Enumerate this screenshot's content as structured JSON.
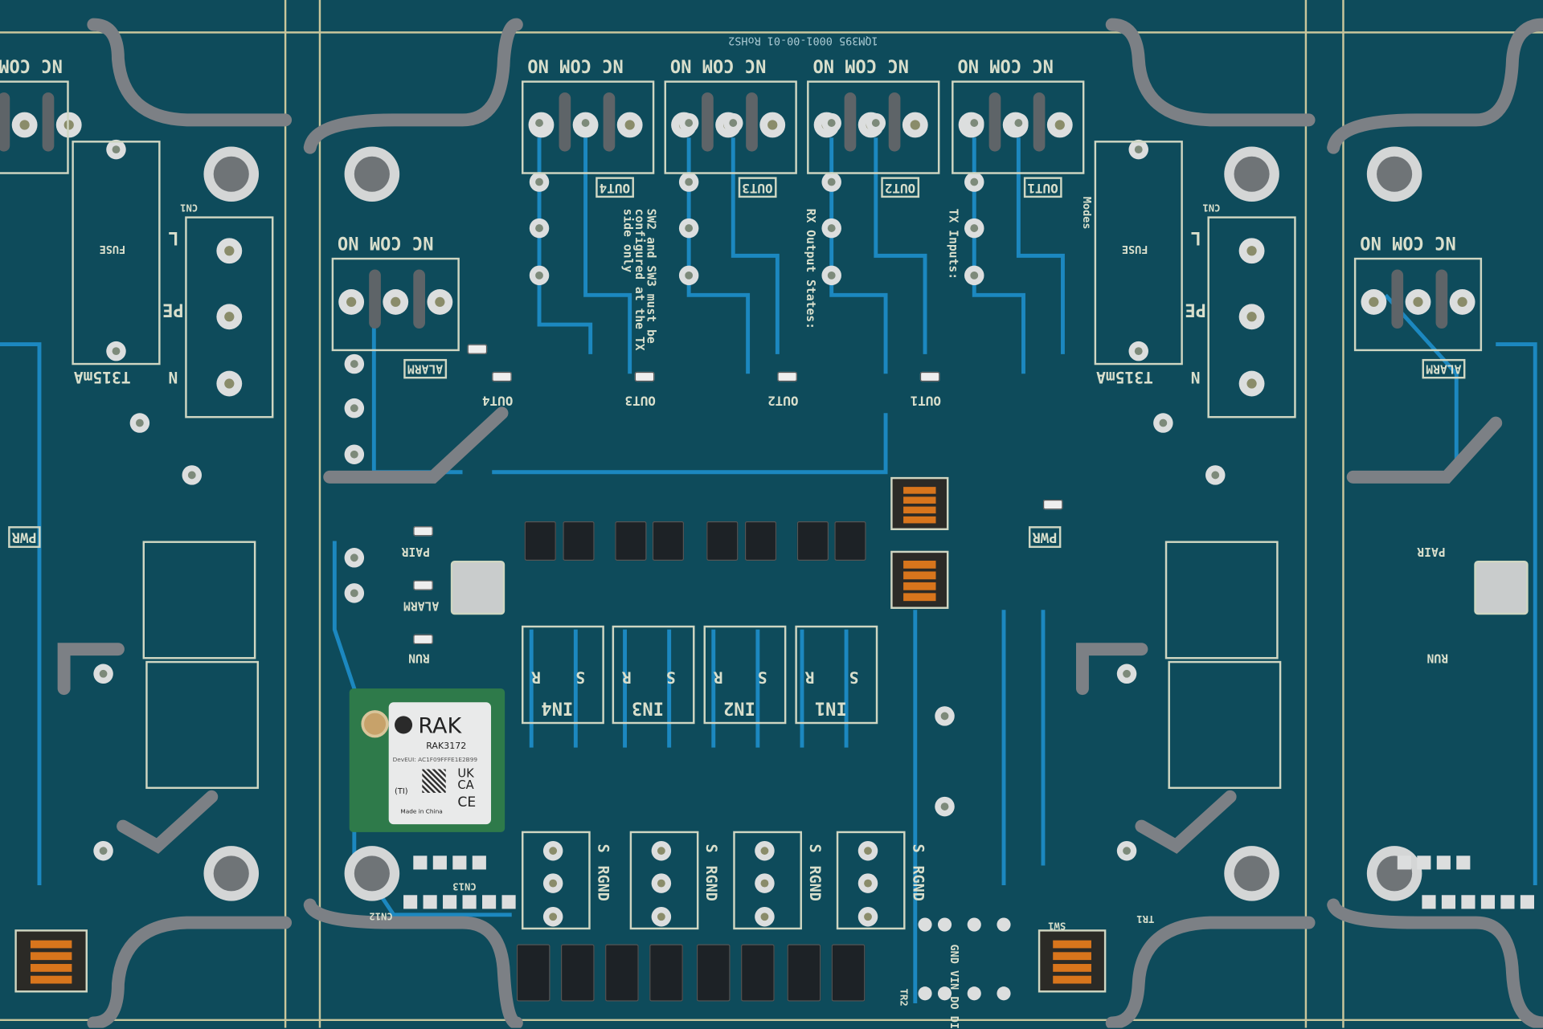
{
  "board_id": "1QM395 0001-00-01 RoHS2",
  "relay_terminal_label": "NC COM NO",
  "outputs": [
    "OUT4",
    "OUT3",
    "OUT2",
    "OUT1"
  ],
  "inputs": [
    "IN4",
    "IN3",
    "IN2",
    "IN1"
  ],
  "leds": {
    "alarm": "ALARM",
    "pwr": "PWR",
    "pair": "PAIR",
    "run": "RUN"
  },
  "power": {
    "fuse": "FUSE",
    "fuse_rating": "T315mA",
    "l": "L",
    "pe": "PE",
    "n": "N",
    "connector": "CN1"
  },
  "notes": {
    "sw_note": "SW2 and SW3 must be configured at the TX side only",
    "rx_states": "RX Output States:",
    "tx_inputs": "TX Inputs:",
    "modes": "Modes"
  },
  "input_terminals": {
    "s": "S",
    "r": "R",
    "gnd": "GND",
    "rgnd": "RGND"
  },
  "module": {
    "brand": "RAK",
    "model": "RAK3172",
    "deveui": "DevEUI: AC1F09FFFE1E2B99",
    "ukca": "UK CA",
    "ce": "CE",
    "ti": "(TI)",
    "made_in": "Made in China"
  },
  "headers": {
    "cn12": "CN12",
    "cn13": "CN13",
    "prog": "GND VIN DO DI",
    "sw1": "SW1",
    "tr1": "TR1",
    "tr2": "TR2"
  },
  "colors": {
    "board": "#0e4b5b",
    "trace": "#1e8fcb",
    "silk": "#d9dfcc",
    "cutout": "#7c8085",
    "dip": "#d8751c"
  }
}
